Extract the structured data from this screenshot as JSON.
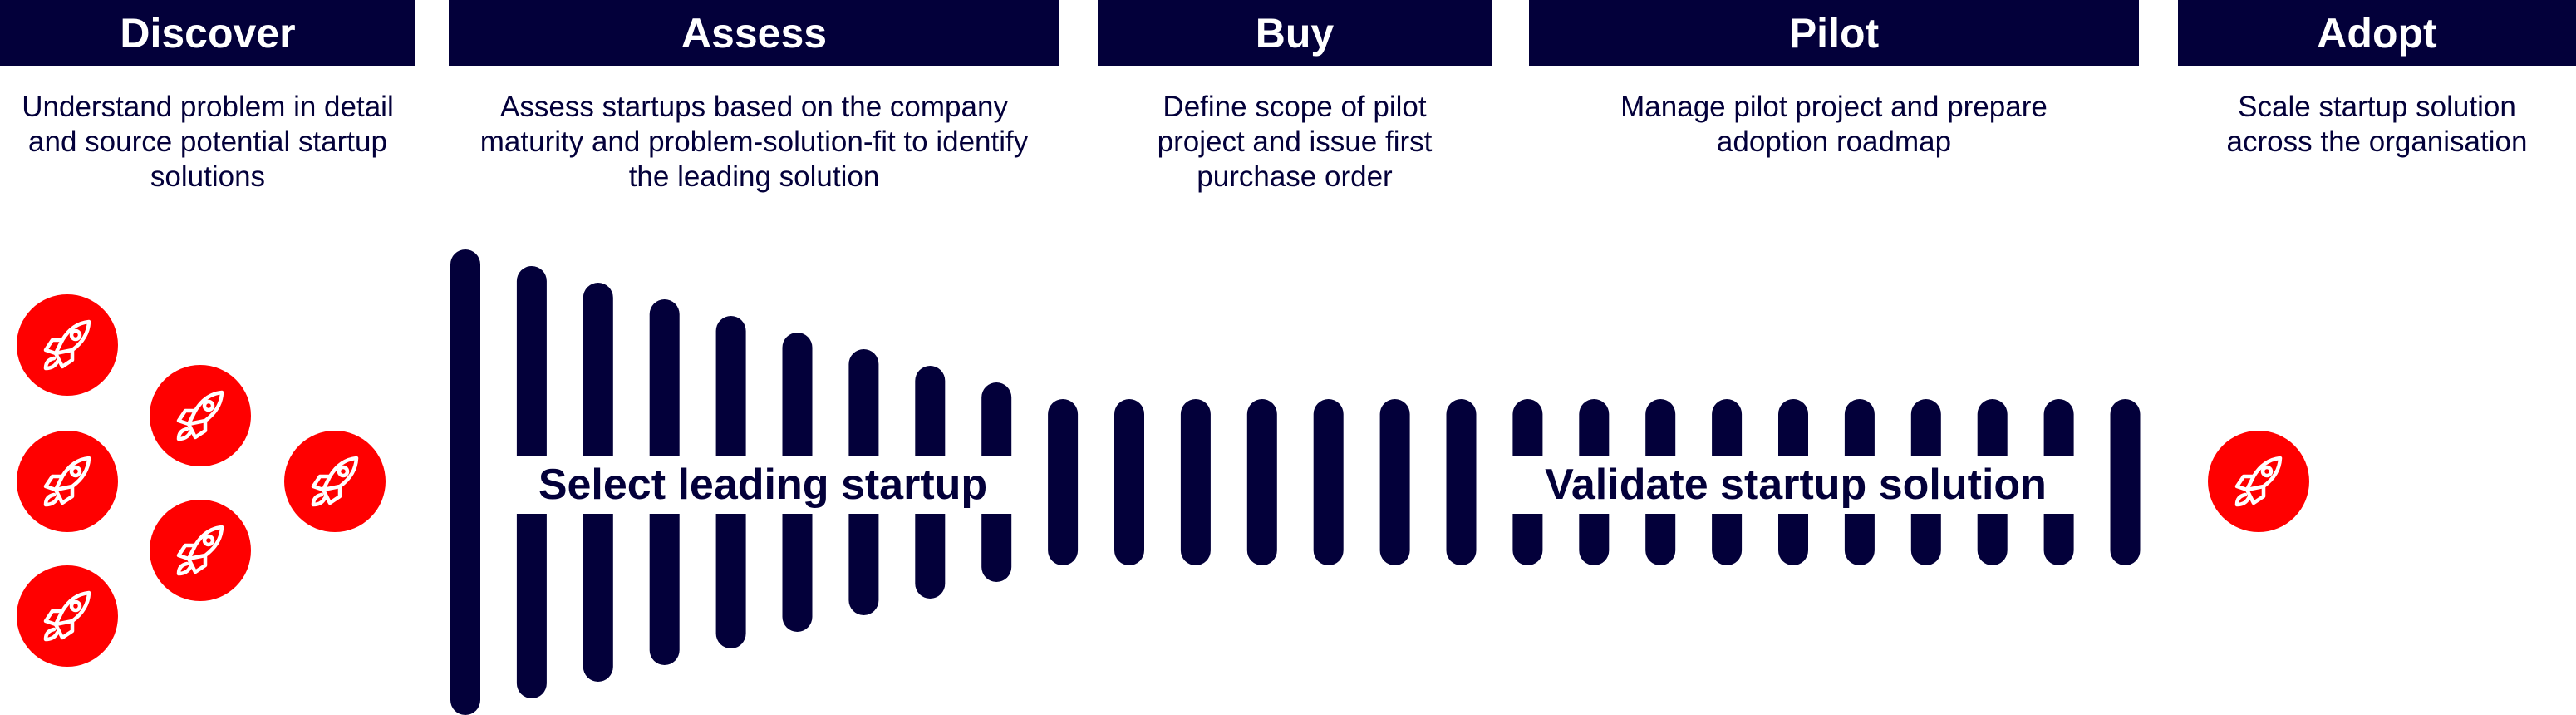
{
  "phases": [
    {
      "title": "Discover",
      "description": "Understand problem in detail and source potential startup solutions"
    },
    {
      "title": "Assess",
      "description": "Assess startups based on the company maturity and problem-solution-fit to identify the leading solution"
    },
    {
      "title": "Buy",
      "description": "Define scope of pilot project and issue first purchase order"
    },
    {
      "title": "Pilot",
      "description": "Manage pilot project and prepare adoption roadmap"
    },
    {
      "title": "Adopt",
      "description": "Scale startup solution across the organisation"
    }
  ],
  "funnel_labels": {
    "select": "Select leading startup",
    "validate": "Validate startup solution"
  },
  "icons": {
    "startup": "rocket-icon"
  },
  "colors": {
    "navy": "#03003a",
    "red": "#ff0000"
  }
}
